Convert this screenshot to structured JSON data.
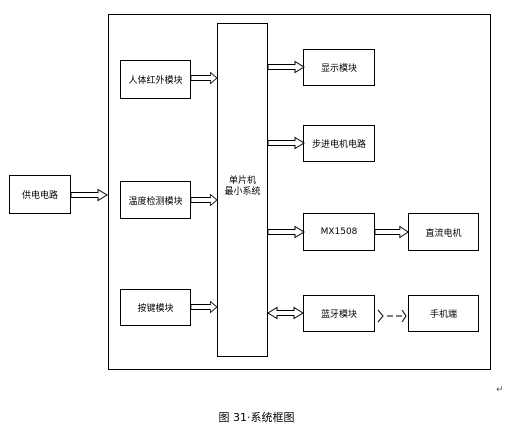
{
  "diagram": {
    "power": "供电电路",
    "inputs": [
      "人体红外模块",
      "温度检测模块",
      "按键模块"
    ],
    "mcu": [
      "单片机",
      "最小系统"
    ],
    "outputs": {
      "display": "显示模块",
      "stepper": "步进电机电路",
      "driver": "MX1508",
      "dc_motor": "直流电机",
      "bluetooth": "蓝牙模块",
      "phone": "手机端"
    }
  },
  "caption": "图 31·系统框图"
}
